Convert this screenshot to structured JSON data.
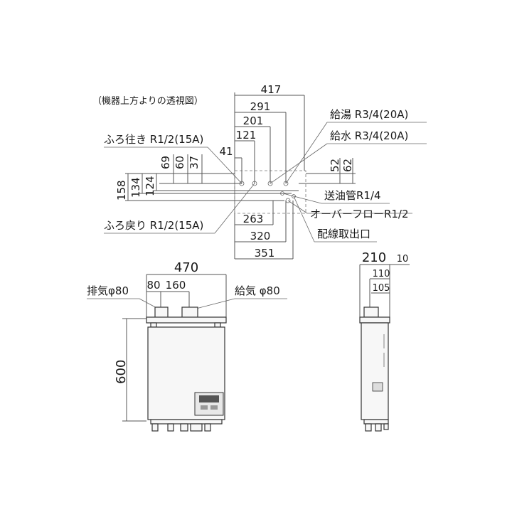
{
  "top_view": {
    "caption": "（機器上方よりの透視図）",
    "dims_h": [
      "417",
      "291",
      "201",
      "121",
      "41"
    ],
    "dims_v_top": [
      "69",
      "60",
      "37"
    ],
    "dims_v_right": [
      "52",
      "62"
    ],
    "dims_v_left": [
      "158",
      "134",
      "124"
    ],
    "dims_h_bottom": [
      "263",
      "320",
      "351"
    ],
    "callouts": {
      "hot_supply": "給湯 R3/4(20A)",
      "water_supply": "給水 R3/4(20A)",
      "bath_out": "ふろ往き R1/2(15A)",
      "bath_return": "ふろ戻り R1/2(15A)",
      "oil_pipe": "送油管R1/4",
      "overflow": "オーバーフローR1/2",
      "wiring": "配線取出口"
    }
  },
  "front_view": {
    "width": "470",
    "height": "600",
    "dim_80": "80",
    "dim_160": "160",
    "exhaust": "排気φ80",
    "intake": "給気 φ80"
  },
  "side_view": {
    "depth": "210",
    "offset": "10",
    "dim_110": "110",
    "dim_105": "105"
  }
}
